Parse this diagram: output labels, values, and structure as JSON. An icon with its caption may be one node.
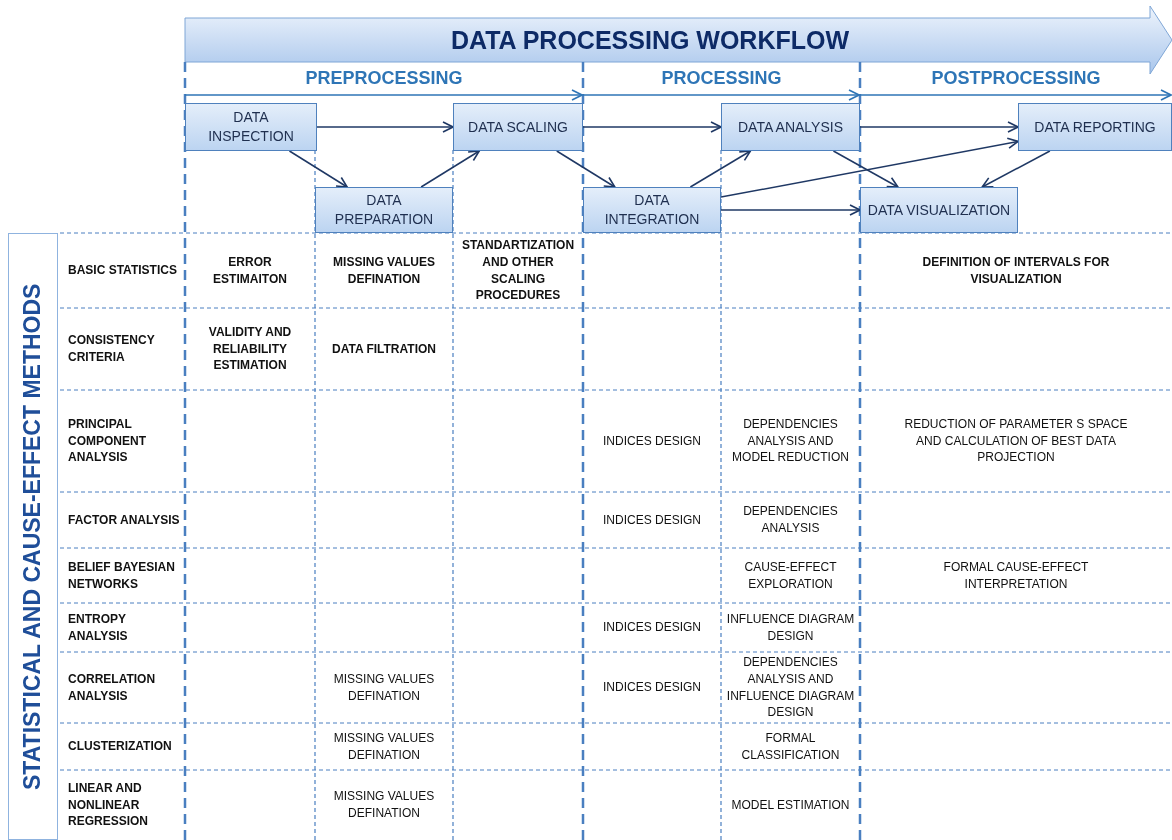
{
  "diagram": {
    "title": "DATA PROCESSING WORKFLOW",
    "nodes": [
      {
        "text": [
          "DATA INSPECTION"
        ]
      },
      {
        "text": [
          "DATA PREPARATION"
        ]
      },
      {
        "text": [
          "DATA SCALING"
        ]
      },
      {
        "text": [
          "DATA INTEGRATION"
        ]
      },
      {
        "text": [
          "DATA ANALYSIS"
        ]
      },
      {
        "text": [
          "DATA REPORTING"
        ]
      },
      {
        "text": [
          "DATA VISUALIZATION"
        ]
      },
      {
        "text": [
          "STATISTICAL AND CAUSE-EFFECT METHODS"
        ]
      }
    ],
    "edges": [
      {
        "from": 0,
        "to": 2,
        "arrow": "to"
      },
      {
        "from": 0,
        "to": 1,
        "arrow": "to"
      },
      {
        "from": 1,
        "to": 2,
        "arrow": "to"
      },
      {
        "from": 2,
        "to": 4,
        "arrow": "to"
      },
      {
        "from": 2,
        "to": 3,
        "arrow": "to"
      },
      {
        "from": 3,
        "to": 4,
        "arrow": "to"
      },
      {
        "from": 3,
        "to": 5,
        "arrow": "to"
      },
      {
        "from": 3,
        "to": 6,
        "arrow": "to"
      },
      {
        "from": 4,
        "to": 5,
        "arrow": "to"
      },
      {
        "from": 4,
        "to": 6,
        "arrow": "to"
      },
      {
        "from": 5,
        "to": 6,
        "arrow": "to"
      }
    ],
    "labels": [
      "PREPROCESSING",
      "PROCESSING",
      "POSTPROCESSING",
      "BASIC STATISTICS",
      "ERROR ESTIMAITON",
      "MISSING VALUES DEFINATION",
      "STANDARTIZATION AND OTHER SCALING PROCEDURES",
      "DEFINITION OF INTERVALS FOR VISUALIZATION",
      "CONSISTENCY CRITERIA",
      "VALIDITY AND RELIABILITY ESTIMATION",
      "DATA FILTRATION",
      "PRINCIPAL COMPONENT ANALYSIS",
      "INDICES DESIGN",
      "DEPENDENCIES ANALYSIS AND MODEL REDUCTION",
      "REDUCTION OF PARAMETER S SPACE AND CALCULATION OF BEST DATA PROJECTION",
      "FACTOR ANALYSIS",
      "INDICES DESIGN",
      "DEPENDENCIES ANALYSIS",
      "BELIEF BAYESIAN NETWORKS",
      "CAUSE-EFFECT EXPLORATION",
      "FORMAL CAUSE-EFFECT INTERPRETATION",
      "ENTROPY ANALYSIS",
      "INDICES DESIGN",
      "INFLUENCE DIAGRAM DESIGN",
      "CORRELATION ANALYSIS",
      "MISSING VALUES DEFINATION",
      "INDICES DESIGN",
      "DEPENDENCIES ANALYSIS AND INFLUENCE DIAGRAM DESIGN",
      "CLUSTERIZATION",
      "MISSING VALUES DEFINATION",
      "FORMAL CLASSIFICATION",
      "LINEAR AND NONLINEAR REGRESSION",
      "MISSING VALUES DEFINATION",
      "MODEL ESTIMATION"
    ]
  }
}
